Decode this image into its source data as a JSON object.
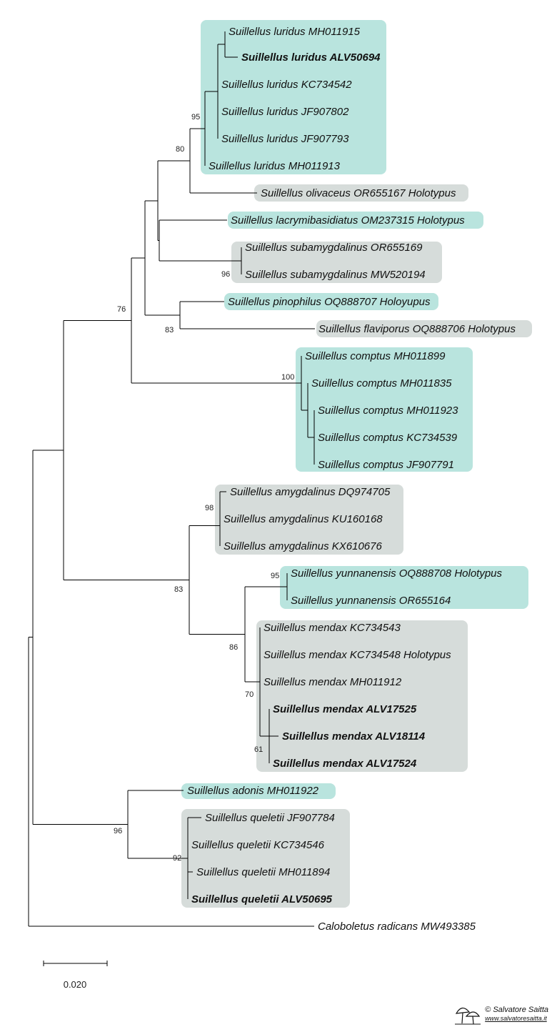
{
  "colors": {
    "teal_box": "#b9e4de",
    "grey_box": "#d6dcda"
  },
  "leaves": [
    {
      "id": "l1",
      "text": "Suillellus luridus MH011915",
      "bold": false
    },
    {
      "id": "l2",
      "text": "Suillellus luridus ALV50694",
      "bold": true
    },
    {
      "id": "l3",
      "text": "Suillellus luridus KC734542",
      "bold": false
    },
    {
      "id": "l4",
      "text": "Suillellus luridus JF907802",
      "bold": false
    },
    {
      "id": "l5",
      "text": "Suillellus luridus JF907793",
      "bold": false
    },
    {
      "id": "l6",
      "text": "Suillellus luridus MH011913",
      "bold": false
    },
    {
      "id": "l7",
      "text": "Suillellus olivaceus OR655167 Holotypus",
      "bold": false
    },
    {
      "id": "l8",
      "text": "Suillellus lacrymibasidiatus OM237315 Holotypus",
      "bold": false
    },
    {
      "id": "l9",
      "text": "Suillellus subamygdalinus OR655169",
      "bold": false
    },
    {
      "id": "l10",
      "text": "Suillellus subamygdalinus MW520194",
      "bold": false
    },
    {
      "id": "l11",
      "text": "Suillellus pinophilus OQ888707 Holoyupus",
      "bold": false
    },
    {
      "id": "l12",
      "text": "Suillellus flaviporus OQ888706 Holotypus",
      "bold": false
    },
    {
      "id": "l13",
      "text": "Suillellus comptus MH011899",
      "bold": false
    },
    {
      "id": "l14",
      "text": "Suillellus comptus MH011835",
      "bold": false
    },
    {
      "id": "l15",
      "text": "Suillellus comptus MH011923",
      "bold": false
    },
    {
      "id": "l16",
      "text": "Suillellus comptus KC734539",
      "bold": false
    },
    {
      "id": "l17",
      "text": "Suillellus comptus JF907791",
      "bold": false
    },
    {
      "id": "l18",
      "text": "Suillellus amygdalinus DQ974705",
      "bold": false
    },
    {
      "id": "l19",
      "text": "Suillellus amygdalinus KU160168",
      "bold": false
    },
    {
      "id": "l20",
      "text": "Suillellus amygdalinus KX610676",
      "bold": false
    },
    {
      "id": "l21",
      "text": "Suillellus yunnanensis OQ888708 Holotypus",
      "bold": false
    },
    {
      "id": "l22",
      "text": "Suillellus yunnanensis OR655164",
      "bold": false
    },
    {
      "id": "l23",
      "text": "Suillellus mendax KC734543",
      "bold": false
    },
    {
      "id": "l24",
      "text": "Suillellus mendax KC734548 Holotypus",
      "bold": false
    },
    {
      "id": "l25",
      "text": "Suillellus mendax MH011912",
      "bold": false
    },
    {
      "id": "l26",
      "text": "Suillellus mendax ALV17525",
      "bold": true
    },
    {
      "id": "l27",
      "text": "Suillellus mendax ALV18114",
      "bold": true
    },
    {
      "id": "l28",
      "text": "Suillellus mendax ALV17524",
      "bold": true
    },
    {
      "id": "l29",
      "text": "Suillellus adonis MH011922",
      "bold": false
    },
    {
      "id": "l30",
      "text": "Suillellus queletii JF907784",
      "bold": false
    },
    {
      "id": "l31",
      "text": "Suillellus queletii KC734546",
      "bold": false
    },
    {
      "id": "l32",
      "text": "Suillellus queletii MH011894",
      "bold": false
    },
    {
      "id": "l33",
      "text": "Suillellus queletii ALV50695",
      "bold": true
    },
    {
      "id": "l34",
      "text": "Caloboletus radicans MW493385",
      "bold": false
    }
  ],
  "clade_boxes": [
    {
      "id": "luridus",
      "color": "teal"
    },
    {
      "id": "olivaceus",
      "color": "grey"
    },
    {
      "id": "lacrymibasidiatus",
      "color": "teal"
    },
    {
      "id": "subamygdalinus",
      "color": "grey"
    },
    {
      "id": "pinophilus",
      "color": "teal"
    },
    {
      "id": "flaviporus",
      "color": "grey"
    },
    {
      "id": "comptus",
      "color": "teal"
    },
    {
      "id": "amygdalinus",
      "color": "grey"
    },
    {
      "id": "yunnanensis",
      "color": "teal"
    },
    {
      "id": "mendax",
      "color": "grey"
    },
    {
      "id": "adonis",
      "color": "teal"
    },
    {
      "id": "queletii",
      "color": "grey"
    }
  ],
  "support_values": {
    "luridus": "95",
    "luridus_olivaceus": "80",
    "subamygdalinus": "96",
    "pinophilus_flaviporus": "83",
    "ingroup_a": "76",
    "comptus": "100",
    "amygdalinus": "98",
    "yunnanensis": "95",
    "amyg_mendax": "83",
    "mendax_yunnan": "86",
    "mendax_inner": "70",
    "mendax_alv": "61",
    "adonis_queletii": "96",
    "queletii": "92"
  },
  "scale_bar": {
    "label": "0.020"
  },
  "watermark": {
    "copyright_symbol": "©",
    "name": "Salvatore Saitta",
    "url": "www.salvatoresaitta.it"
  }
}
